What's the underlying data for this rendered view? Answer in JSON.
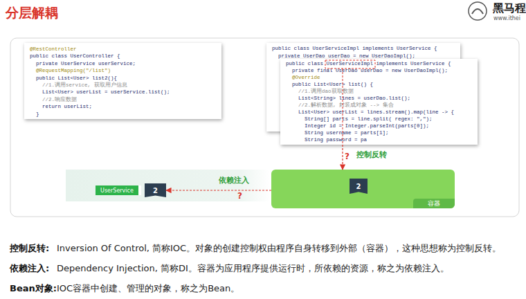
{
  "diagram": {
    "title": "分层解耦",
    "nodes": [
      {
        "text": [
          "@RestController",
          "public class UserController {",
          "private UserService userService;",
          "@RequestMapping(\"/list\")",
          "public List<User> list2(){",
          "//1.调用service, 获取用户信息",
          "List<User> userList = userService.list();",
          "//2.响应数据",
          "return userList;",
          "}"
        ]
      },
      {
        "text": [
          "public class UserServiceImpl implements UserService {",
          "private UserDao userDao = new UserDaoImpl();"
        ]
      },
      {
        "text": [
          "public class UserServiceImpl implements UserService {",
          "private final UserDao userDao = new UserDaoImpl();",
          "@Override",
          "public List<User> list() {",
          "//1.调用dao获取数据",
          "List<String> lines = userDao.list();",
          "//2.解析数据, 封装成对象 --> 集合",
          "List<User> userList = lines.stream().map(line -> {",
          "String[] parts = line.split( regex: \",\");",
          "Integer id = Integer.parseInt(parts[0]);",
          "String username = parts[1];",
          "String password = pa"
        ]
      },
      {
        "text": [
          "UserService"
        ]
      },
      {
        "text": [
          "2"
        ]
      },
      {
        "text": [
          "容器"
        ]
      },
      {
        "text": [
          "2"
        ],
        "in": 5
      }
    ],
    "edges": [
      {
        "from": 2,
        "to": 5,
        "arrow": "to",
        "label": "控制反转"
      },
      {
        "from": 5,
        "to": 4,
        "arrow": "to",
        "label": "依赖注入"
      }
    ],
    "labels": [
      "黑马程",
      "www.ithei",
      "?",
      "?",
      "控制反转:",
      "Inversion Of Control, 简称IOC。对象的创建控制权由程序自身转移到外部（容器），这种思想称为控制反转。",
      "依赖注入:",
      "Dependency Injection, 简称DI。容器为应用程序提供运行时，所依赖的资源，称之为依赖注入。",
      "Bean对象:",
      "IOC容器中创建、管理的对象，称之为Bean。"
    ]
  }
}
